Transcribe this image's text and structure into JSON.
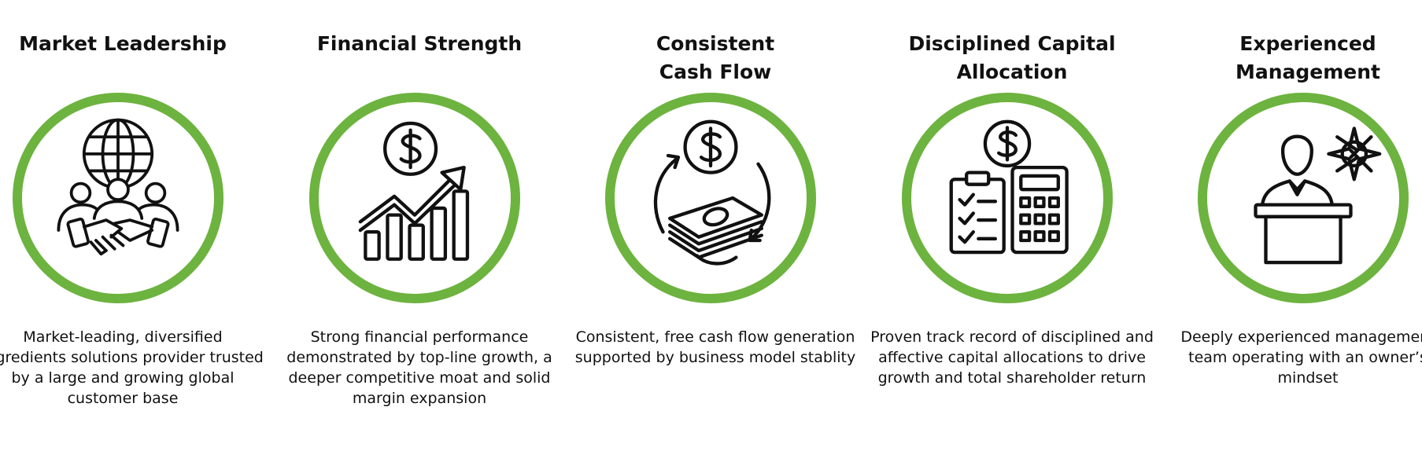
{
  "accent_color": "#6db33f",
  "pillars": [
    {
      "title": "Market Leadership",
      "icon": "globe-handshake-icon",
      "description": "Market-leading, diversified ingredients solutions provider trusted by a large and growing global customer base"
    },
    {
      "title": "Financial Strength",
      "icon": "growth-chart-icon",
      "description": "Strong financial performance demonstrated by top-line growth, a deeper competitive moat and solid margin expansion"
    },
    {
      "title": "Consistent\nCash Flow",
      "icon": "cash-cycle-icon",
      "description": "Consistent, free cash flow generation supported by business model stablity"
    },
    {
      "title": "Disciplined Capital\nAllocation",
      "icon": "calculator-checklist-icon",
      "description": "Proven track record of disciplined and affective capital allocations to drive growth and total shareholder return"
    },
    {
      "title": "Experienced\nManagement",
      "icon": "leader-compass-icon",
      "description": "Deeply experienced management team operating with an owner’s mindset"
    }
  ]
}
